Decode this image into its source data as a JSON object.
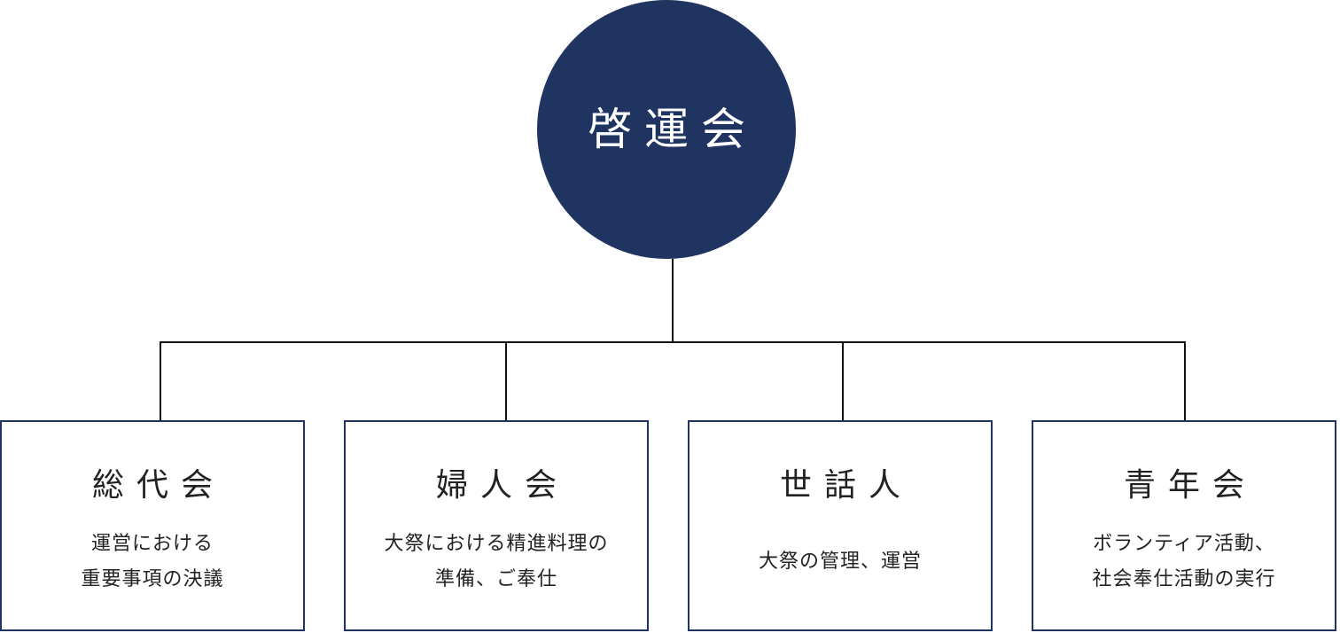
{
  "colors": {
    "accent": "#1f3460",
    "line": "#111111",
    "text": "#222222"
  },
  "root": {
    "label": "啓運会"
  },
  "children": [
    {
      "label": "総代会",
      "description": "運営における\n重要事項の決議"
    },
    {
      "label": "婦人会",
      "description": "大祭における精進料理の\n準備、ご奉仕"
    },
    {
      "label": "世話人",
      "description": "大祭の管理、運営"
    },
    {
      "label": "青年会",
      "description": "ボランティア活動、\n社会奉仕活動の実行"
    }
  ]
}
